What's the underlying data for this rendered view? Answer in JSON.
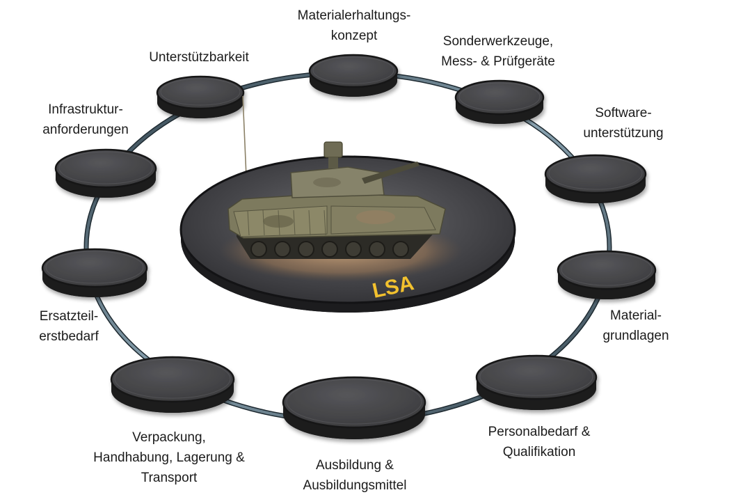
{
  "diagram": {
    "center_label": "LSA",
    "center_image_icon": "armored-vehicle-icon",
    "colors": {
      "disc_top": "#3b3b3d",
      "disc_side": "#1c1c1e",
      "ring": "#8aa3b1",
      "center_label": "#f2c12e",
      "text": "#1b1b1b"
    },
    "nodes": [
      {
        "id": "materialerhaltungskonzept",
        "lines": [
          "Materialerhaltungs-",
          "konzept"
        ]
      },
      {
        "id": "sonderwerkzeuge",
        "lines": [
          "Sonderwerkzeuge,",
          "Mess- & Prüfgeräte"
        ]
      },
      {
        "id": "softwareunterstuetzung",
        "lines": [
          "Software-",
          "unterstützung"
        ]
      },
      {
        "id": "materialgrundlagen",
        "lines": [
          "Material-",
          "grundlagen"
        ]
      },
      {
        "id": "personalbedarf",
        "lines": [
          "Personalbedarf &",
          "Qualifikation"
        ]
      },
      {
        "id": "ausbildung",
        "lines": [
          "Ausbildung &",
          "Ausbildungsmittel"
        ]
      },
      {
        "id": "verpackung",
        "lines": [
          "Verpackung,",
          "Handhabung, Lagerung &",
          "Transport"
        ]
      },
      {
        "id": "ersatzteilerstbedarf",
        "lines": [
          "Ersatzteil-",
          "erstbedarf"
        ]
      },
      {
        "id": "infrastrukturanforderungen",
        "lines": [
          "Infrastruktur-",
          "anforderungen"
        ]
      },
      {
        "id": "unterstuetzbarkeit",
        "lines": [
          "Unterstützbarkeit"
        ]
      }
    ]
  }
}
